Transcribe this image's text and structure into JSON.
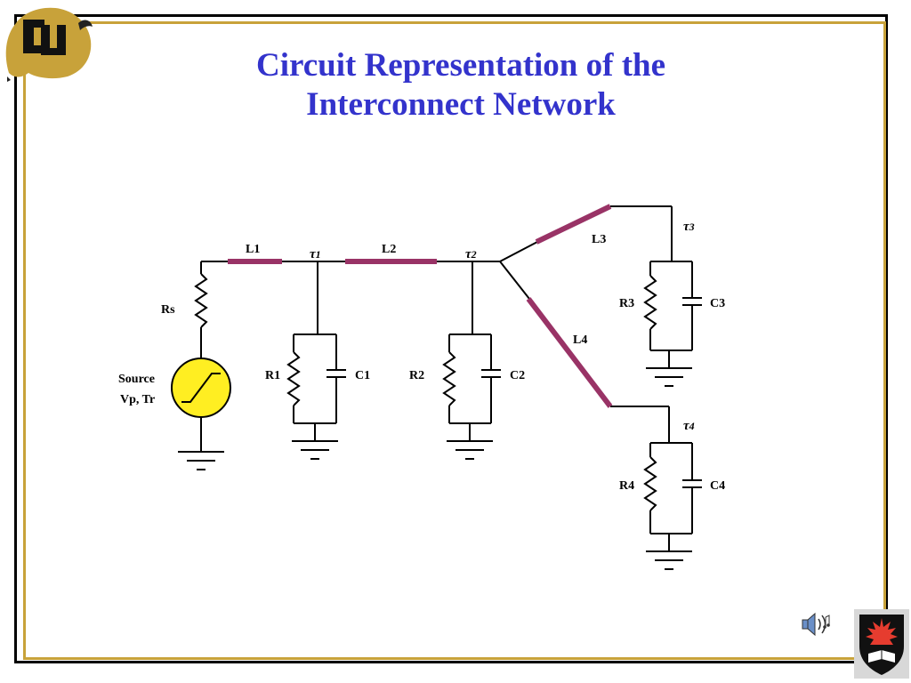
{
  "slide": {
    "title_line1": "Circuit Representation of the",
    "title_line2": "Interconnect Network",
    "colors": {
      "title": "#3333cc",
      "frame_outer": "#000000",
      "frame_inner": "#c8a23a",
      "transmission_line": "#993366",
      "source_fill": "#ffee22"
    }
  },
  "logos": {
    "top_left": "cu-buffalo-logo",
    "bottom_right": "university-shield-logo",
    "speaker": "speaker-icon"
  },
  "circuit": {
    "source_label": "Source",
    "source_params": "Vp, Tr",
    "rs": "Rs",
    "l1": "L1",
    "l2": "L2",
    "l3": "L3",
    "l4": "L4",
    "tau1": "1",
    "tau2": "2",
    "tau3": "3",
    "tau4": "4",
    "tau_symbol": "τ",
    "r1": "R1",
    "c1": "C1",
    "r2": "R2",
    "c2": "C2",
    "r3": "R3",
    "c3": "C3",
    "r4": "R4",
    "c4": "C4"
  }
}
